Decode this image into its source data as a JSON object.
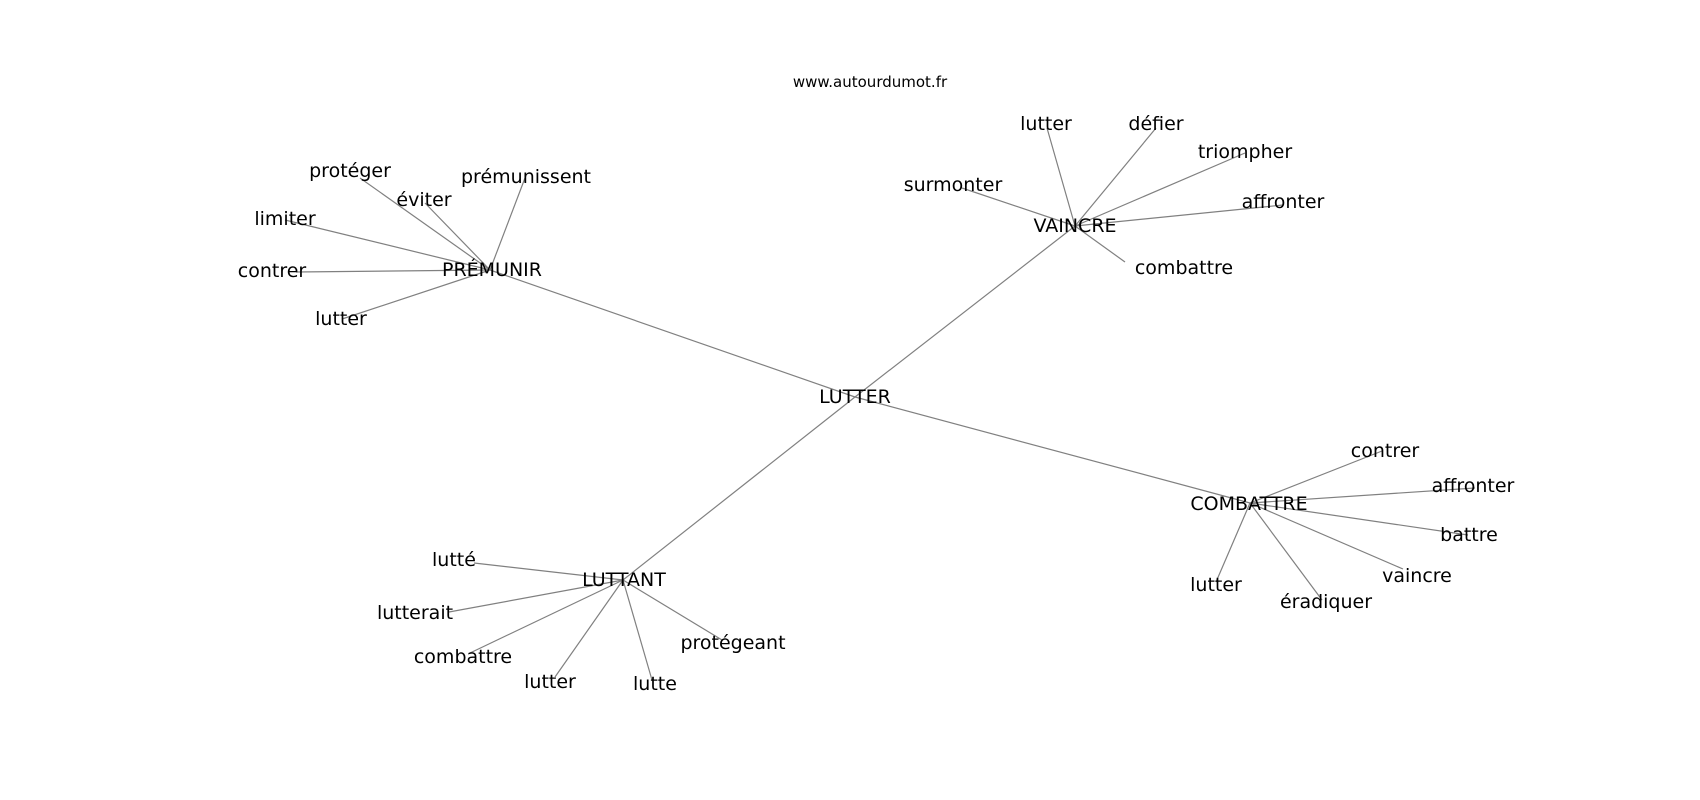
{
  "source": "www.autourdumot.fr",
  "graph": {
    "root": "LUTTER",
    "hubs": [
      {
        "label": "PRÉMUNIR",
        "leaves": [
          "prémunissent",
          "éviter",
          "protéger",
          "limiter",
          "contrer",
          "lutter"
        ]
      },
      {
        "label": "VAINCRE",
        "leaves": [
          "lutter",
          "défier",
          "triompher",
          "affronter",
          "surmonter",
          "combattre"
        ]
      },
      {
        "label": "COMBATTRE",
        "leaves": [
          "contrer",
          "affronter",
          "battre",
          "vaincre",
          "éradiquer",
          "lutter"
        ]
      },
      {
        "label": "LUTTANT",
        "leaves": [
          "lutté",
          "lutterait",
          "combattre",
          "lutter",
          "lutte",
          "protégeant"
        ]
      }
    ]
  }
}
